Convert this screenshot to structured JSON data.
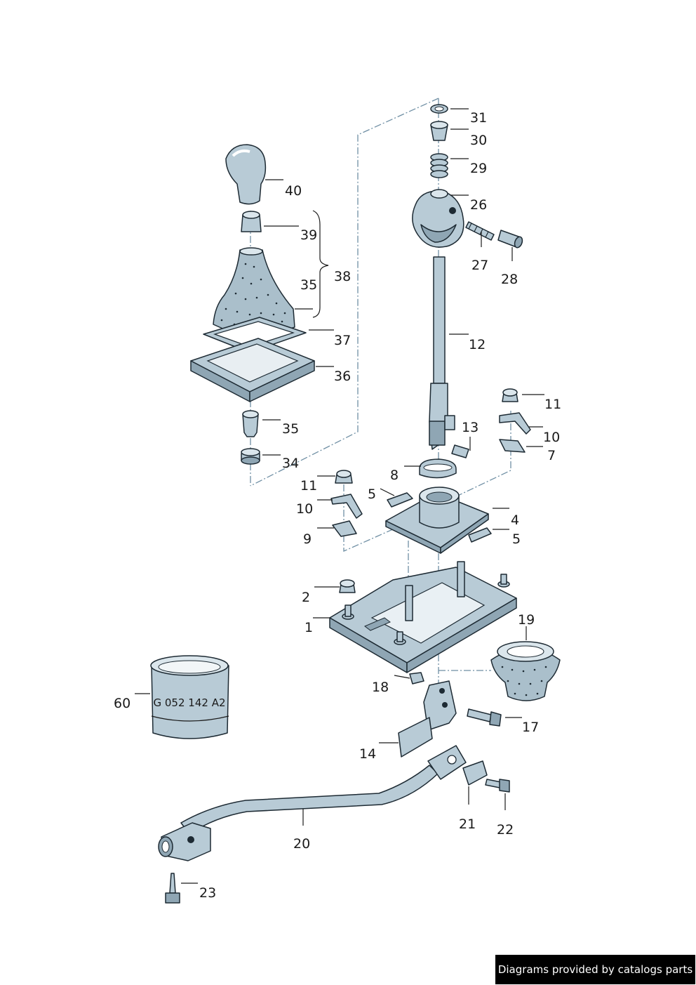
{
  "callouts": [
    {
      "id": "c31",
      "text": "31"
    },
    {
      "id": "c30",
      "text": "30"
    },
    {
      "id": "c29",
      "text": "29"
    },
    {
      "id": "c26",
      "text": "26"
    },
    {
      "id": "c27",
      "text": "27"
    },
    {
      "id": "c28",
      "text": "28"
    },
    {
      "id": "c12",
      "text": "12"
    },
    {
      "id": "c40",
      "text": "40"
    },
    {
      "id": "c39",
      "text": "39"
    },
    {
      "id": "c38",
      "text": "38"
    },
    {
      "id": "c35a",
      "text": "35"
    },
    {
      "id": "c37",
      "text": "37"
    },
    {
      "id": "c36",
      "text": "36"
    },
    {
      "id": "c35b",
      "text": "35"
    },
    {
      "id": "c34",
      "text": "34"
    },
    {
      "id": "c11a",
      "text": "11"
    },
    {
      "id": "c10a",
      "text": "10"
    },
    {
      "id": "c7",
      "text": "7"
    },
    {
      "id": "c13",
      "text": "13"
    },
    {
      "id": "c8",
      "text": "8"
    },
    {
      "id": "c5a",
      "text": "5"
    },
    {
      "id": "c11b",
      "text": "11"
    },
    {
      "id": "c10b",
      "text": "10"
    },
    {
      "id": "c9",
      "text": "9"
    },
    {
      "id": "c4",
      "text": "4"
    },
    {
      "id": "c5b",
      "text": "5"
    },
    {
      "id": "c2",
      "text": "2"
    },
    {
      "id": "c1",
      "text": "1"
    },
    {
      "id": "c19",
      "text": "19"
    },
    {
      "id": "c18",
      "text": "18"
    },
    {
      "id": "c60",
      "text": "60"
    },
    {
      "id": "c17",
      "text": "17"
    },
    {
      "id": "c14",
      "text": "14"
    },
    {
      "id": "c21",
      "text": "21"
    },
    {
      "id": "c22",
      "text": "22"
    },
    {
      "id": "c20",
      "text": "20"
    },
    {
      "id": "c23",
      "text": "23"
    }
  ],
  "sealant_label": "G 052 142 A2",
  "watermark": "Diagrams provided by catalogs parts"
}
